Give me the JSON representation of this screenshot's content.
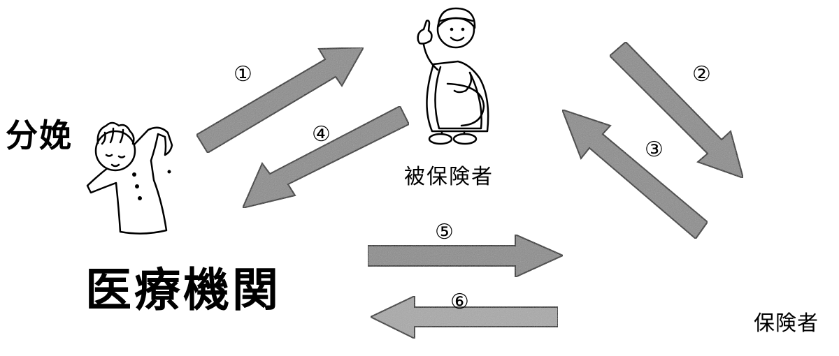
{
  "labels": {
    "birth": "分娩",
    "medical_institution": "医療機関",
    "insured_person": "被保険者",
    "insurer": "保険者"
  },
  "steps": [
    "①",
    "②",
    "③",
    "④",
    "⑤",
    "⑥"
  ],
  "colors": {
    "arrow_fill": "#8a8a8a",
    "arrow_fill_light": "#a8a8a8",
    "outline": "#000000"
  }
}
